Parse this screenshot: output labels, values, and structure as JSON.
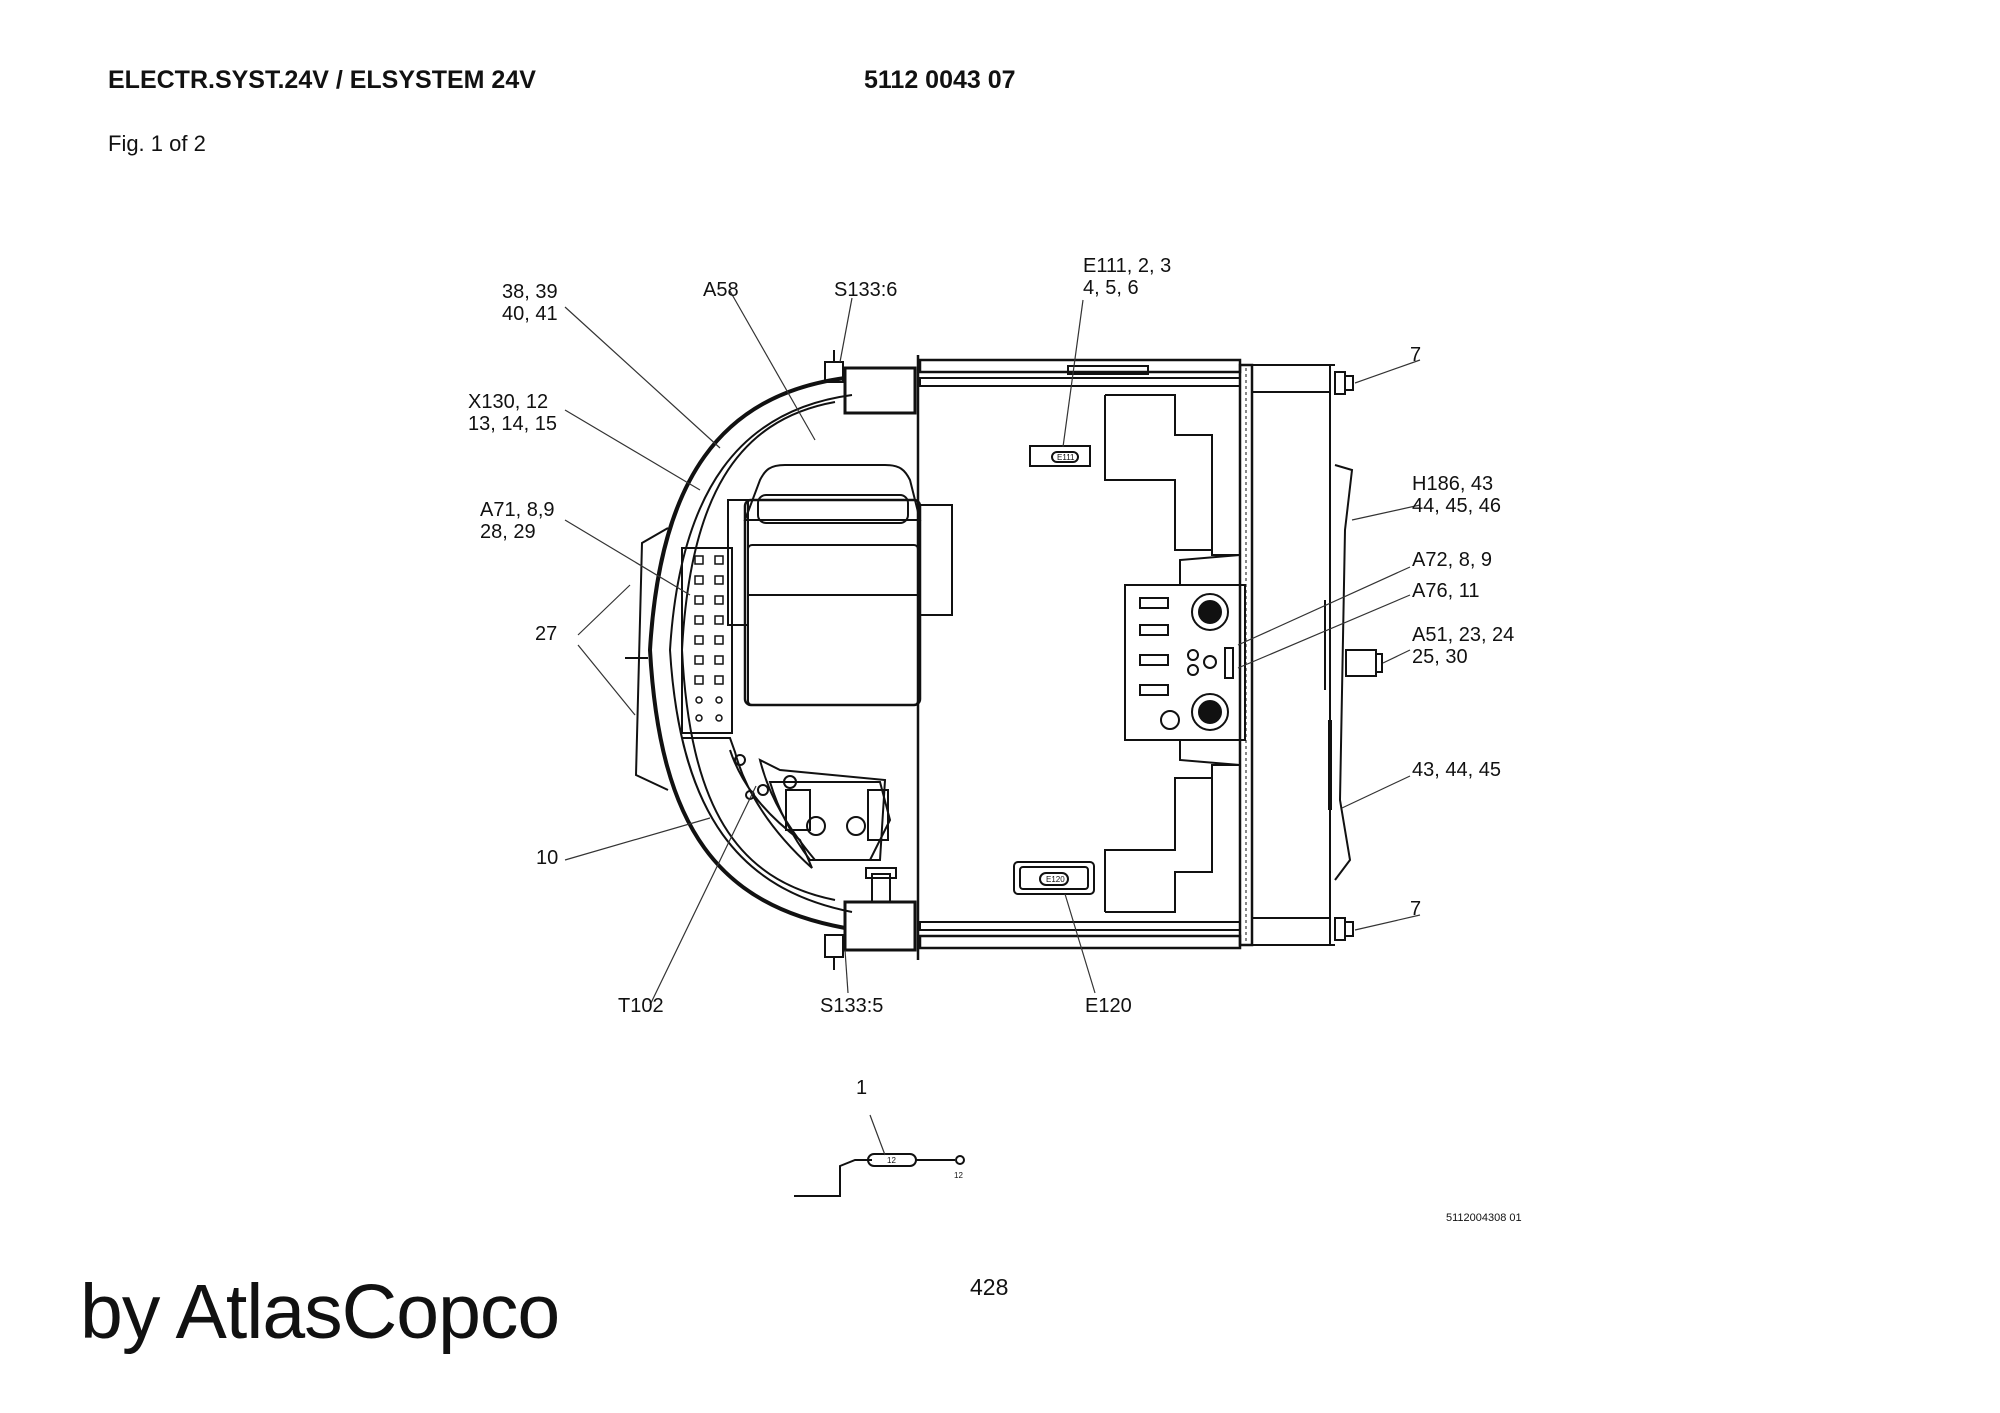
{
  "header": {
    "title": "ELECTR.SYST.24V / ELSYSTEM 24V",
    "part_number": "5112 0043 07",
    "figure": "Fig. 1 of 2"
  },
  "callouts": {
    "c38": "38, 39",
    "c40": "40, 41",
    "a58": "A58",
    "s133_6": "S133:6",
    "e111a": "E111, 2, 3",
    "e111b": "4, 5, 6",
    "x130a": "X130, 12",
    "x130b": "13, 14, 15",
    "a71a": "A71, 8,9",
    "a71b": "28, 29",
    "c27": "27",
    "c10": "10",
    "t102": "T102",
    "s133_5": "S133:5",
    "e120": "E120",
    "c7top": "7",
    "c7bot": "7",
    "h186a": "H186, 43",
    "h186b": "44, 45, 46",
    "a72": "A72, 8, 9",
    "a76": "A76, 11",
    "a51a": "A51, 23, 24",
    "a51b": "25, 30",
    "c43": "43, 44, 45",
    "c1": "1"
  },
  "inner_labels": {
    "e111_tag": "E111",
    "e120_tag": "E120",
    "fuse_tag": "12",
    "wire_end": "12"
  },
  "footer": {
    "drawing_number": "5112004308 01",
    "page_number": "428",
    "brand": "by AtlasCopco"
  }
}
